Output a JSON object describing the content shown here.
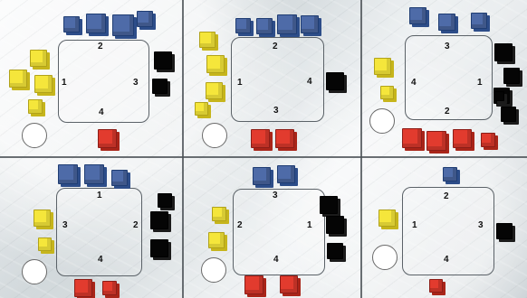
{
  "colors": {
    "blue": "#4e6ba8",
    "yellow": "#f5e63b",
    "red": "#e23b2e",
    "black": "#050505",
    "white": "#ffffff"
  },
  "icons": {
    "yellow": "yellow-cube-icon",
    "blue": "blue-cube-icon",
    "red": "red-cube-icon",
    "black": "black-cube-icon",
    "white": "white-disc-icon"
  },
  "panels": [
    {
      "seats": {
        "top": "2",
        "left": "1",
        "right": "3",
        "bottom": "4"
      },
      "pieces": {
        "yellow": 4,
        "blue": 4,
        "black": 2,
        "red": 1,
        "white": 1
      }
    },
    {
      "seats": {
        "top": "2",
        "left": "1",
        "right": "4",
        "bottom": "3"
      },
      "pieces": {
        "yellow": 4,
        "blue": 4,
        "black": 1,
        "red": 2,
        "white": 1
      }
    },
    {
      "seats": {
        "top": "3",
        "left": "4",
        "right": "1",
        "bottom": "2"
      },
      "pieces": {
        "yellow": 2,
        "blue": 3,
        "black": 5,
        "red": 4,
        "white": 1
      }
    },
    {
      "seats": {
        "top": "1",
        "left": "3",
        "right": "2",
        "bottom": "4"
      },
      "pieces": {
        "yellow": 2,
        "blue": 3,
        "black": 3,
        "red": 2,
        "white": 1
      }
    },
    {
      "seats": {
        "top": "3",
        "left": "2",
        "right": "1",
        "bottom": "4"
      },
      "pieces": {
        "yellow": 2,
        "blue": 2,
        "black": 3,
        "red": 2,
        "white": 1
      }
    },
    {
      "seats": {
        "top": "2",
        "left": "1",
        "right": "3",
        "bottom": "4"
      },
      "pieces": {
        "yellow": 1,
        "blue": 1,
        "black": 1,
        "red": 1,
        "white": 1
      }
    }
  ]
}
